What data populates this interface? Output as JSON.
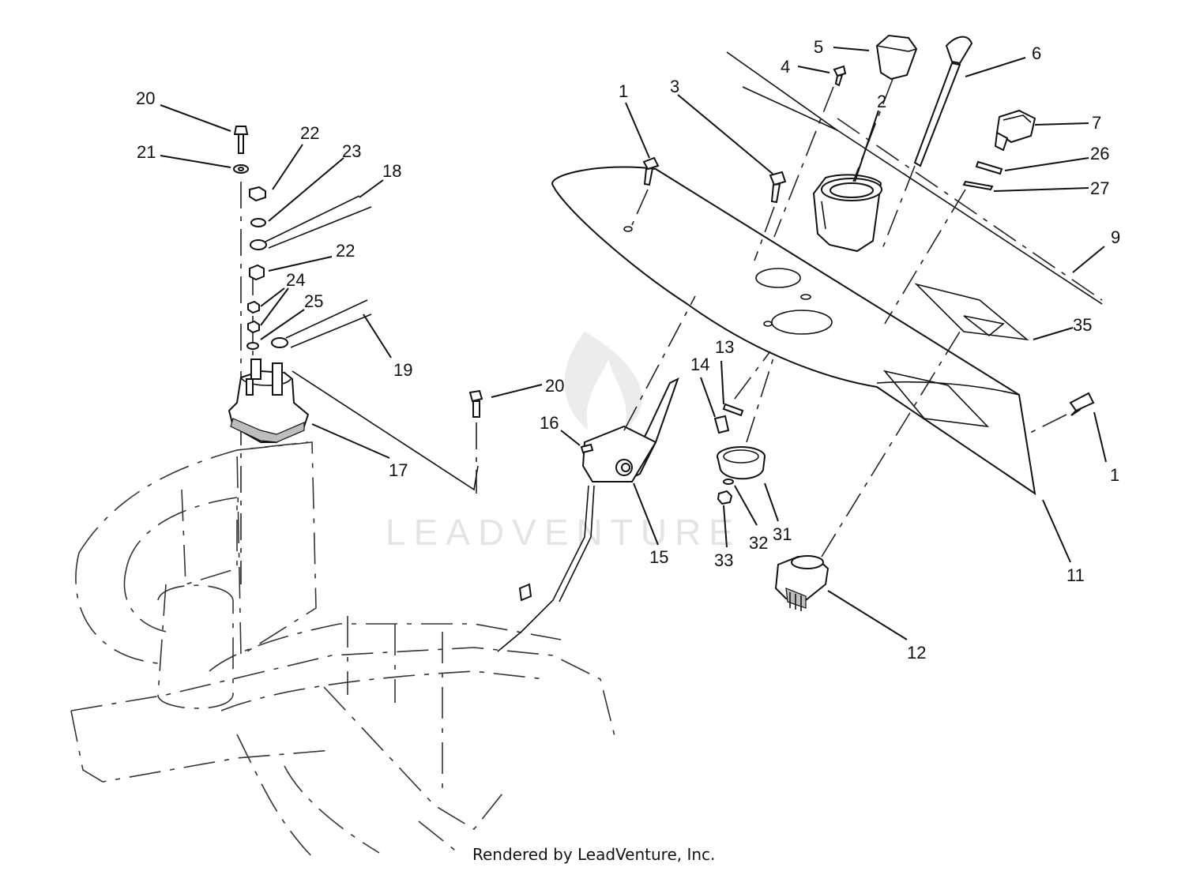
{
  "diagram": {
    "labels": {
      "c1a": "1",
      "c1b": "1",
      "c2": "2",
      "c3": "3",
      "c4": "4",
      "c5": "5",
      "c6": "6",
      "c7": "7",
      "c9": "9",
      "c11": "11",
      "c12": "12",
      "c13": "13",
      "c14": "14",
      "c15": "15",
      "c16": "16",
      "c17": "17",
      "c18": "18",
      "c19": "19",
      "c20a": "20",
      "c20b": "20",
      "c21": "21",
      "c22a": "22",
      "c22b": "22",
      "c23": "23",
      "c24": "24",
      "c25": "25",
      "c26": "26",
      "c27": "27",
      "c31": "31",
      "c32": "32",
      "c33": "33",
      "c35": "35"
    },
    "credit": "Rendered by LeadVenture, Inc.",
    "watermark": "LEADVENTURE"
  }
}
